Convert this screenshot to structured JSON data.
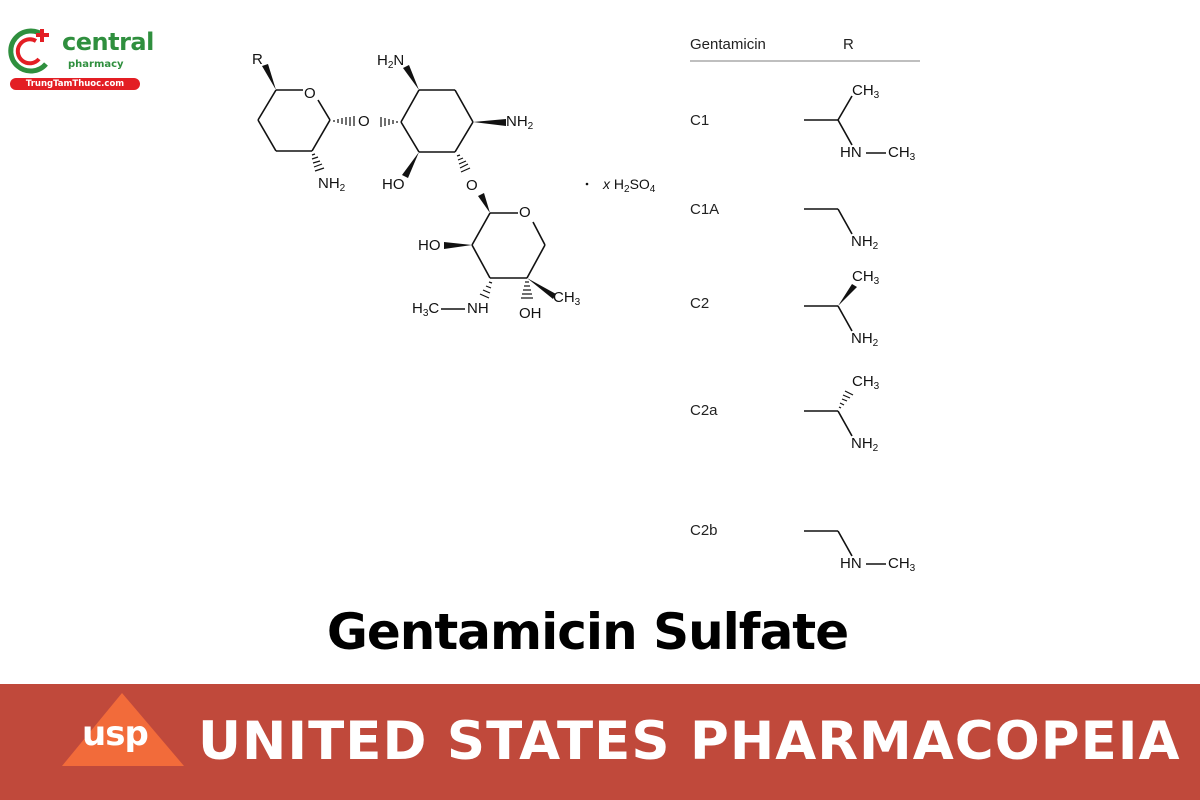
{
  "brand_logo": {
    "name": "central",
    "tagline": "pharmacy",
    "url_badge": "TrungTamThuoc.com",
    "colors": {
      "green": "#2f8f3e",
      "red": "#e31e24"
    }
  },
  "structure": {
    "r_label": "R",
    "labels": {
      "ring1_o": "O",
      "glycosidic_o1": "O",
      "ring1_nh2": "NH",
      "top_h2n": "H",
      "right_nh2": "NH",
      "ho_center": "HO",
      "glycosidic_o2": "O",
      "ring3_o": "O",
      "ho_ring3": "HO",
      "h3c_nh": "NH",
      "oh_ring3": "OH",
      "ch3_ring3": "CH"
    },
    "salt": "· x H2SO4"
  },
  "table": {
    "header": {
      "col1": "Gentamicin",
      "col2": "R"
    },
    "rows": [
      {
        "id": "C1",
        "substituent": "CH(CH3)NHCH3"
      },
      {
        "id": "C1A",
        "substituent": "CH2NH2"
      },
      {
        "id": "C2",
        "substituent": "CH(CH3)NH2 (wedge)"
      },
      {
        "id": "C2a",
        "substituent": "CH(CH3)NH2 (hash)"
      },
      {
        "id": "C2b",
        "substituent": "CH2NHCH3"
      }
    ],
    "fragment_labels": {
      "ch3": "CH",
      "hn": "HN",
      "nh2": "NH"
    }
  },
  "title": "Gentamicin Sulfate",
  "banner": {
    "logo_text": "usp",
    "text": "UNITED STATES PHARMACOPEIA",
    "background": "#c0493b",
    "logo_color": "#f26b3a"
  }
}
